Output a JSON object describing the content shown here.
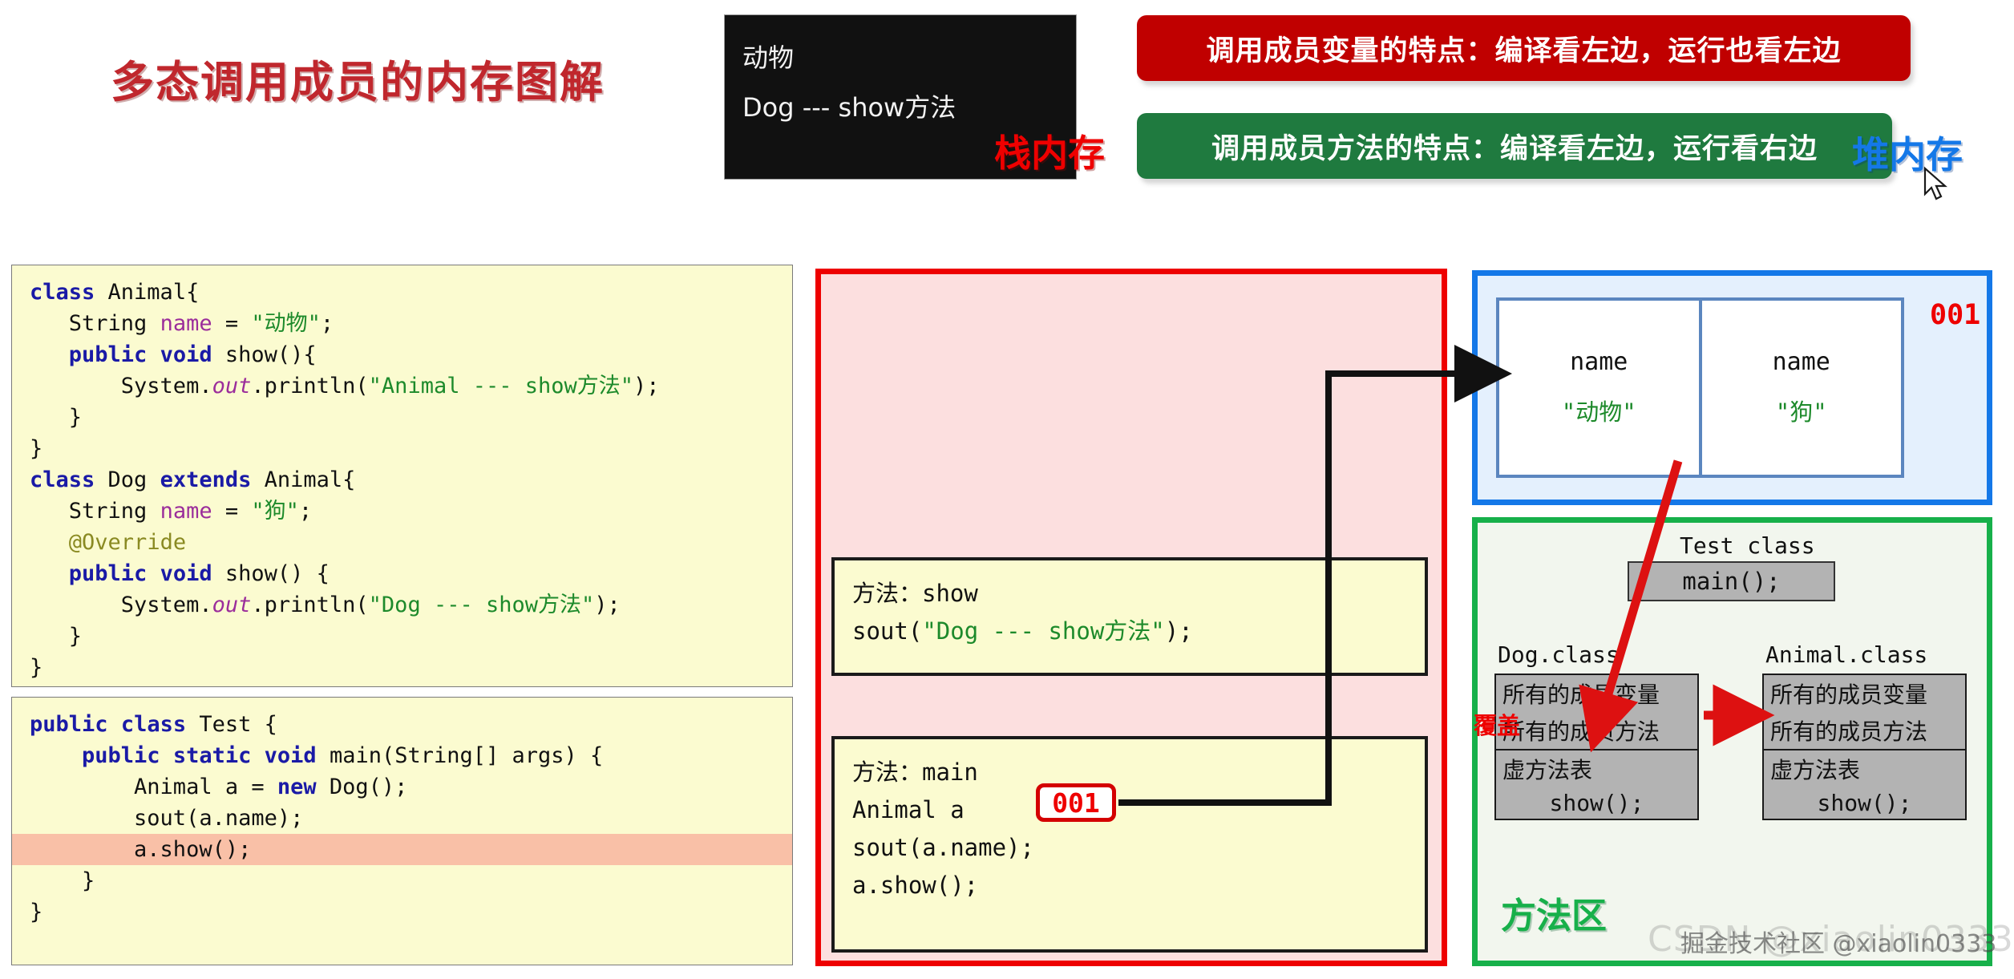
{
  "page": {
    "title": "多态调用成员的内存图解"
  },
  "console": {
    "lines": [
      "动物",
      "Dog --- show方法"
    ]
  },
  "banners": {
    "member_variable": "调用成员变量的特点：编译看左边，运行也看左边",
    "member_method": "调用成员方法的特点：编译看左边，运行看右边",
    "member_variable_color": "#c00000",
    "member_method_color": "#1f7a3f"
  },
  "code_classes": {
    "lines": [
      "class Animal{",
      "    String name = \"动物\";",
      "    public void show(){",
      "        System.out.println(\"Animal --- show方法\");",
      "    }",
      "}",
      "class Dog extends Animal{",
      "    String name = \"狗\";",
      "    @Override",
      "    public void show() {",
      "        System.out.println(\"Dog --- show方法\");",
      "    }",
      "}"
    ]
  },
  "code_test": {
    "lines": [
      "public class Test {",
      "    public static void main(String[] args) {",
      "        Animal a = new Dog();",
      "        sout(a.name);",
      "        a.show();",
      "    }",
      "}"
    ],
    "highlighted_line": "        a.show();"
  },
  "stack": {
    "title": "栈内存",
    "title_color": "#ee0000",
    "frames": [
      {
        "header": "方法：show",
        "body": "sout(\"Dog --- show方法\");"
      },
      {
        "header": "方法：main",
        "variable": "Animal a",
        "address": "001",
        "body_lines": [
          "sout(a.name);",
          "a.show();"
        ]
      }
    ]
  },
  "heap": {
    "title": "堆内存",
    "title_color": "#1478e8",
    "address": "001",
    "cells": [
      {
        "field": "name",
        "value": "\"动物\""
      },
      {
        "field": "name",
        "value": "\"狗\""
      }
    ]
  },
  "method_area": {
    "title": "方法区",
    "title_color": "#17b04a",
    "test_class_label": "Test class",
    "main_slot": "main();",
    "dog_class_label": "Dog.class",
    "animal_class_label": "Animal.class",
    "dog_rows": [
      "所有的成员变量",
      "所有的成员方法",
      "虚方法表",
      "show();"
    ],
    "animal_rows": [
      "所有的成员变量",
      "所有的成员方法",
      "虚方法表",
      "show();"
    ],
    "override_tag": "覆盖"
  },
  "watermarks": {
    "csdn": "CSDN @xiaolin0333",
    "juejin": "掘金技术社区 @xiaolin0333"
  }
}
